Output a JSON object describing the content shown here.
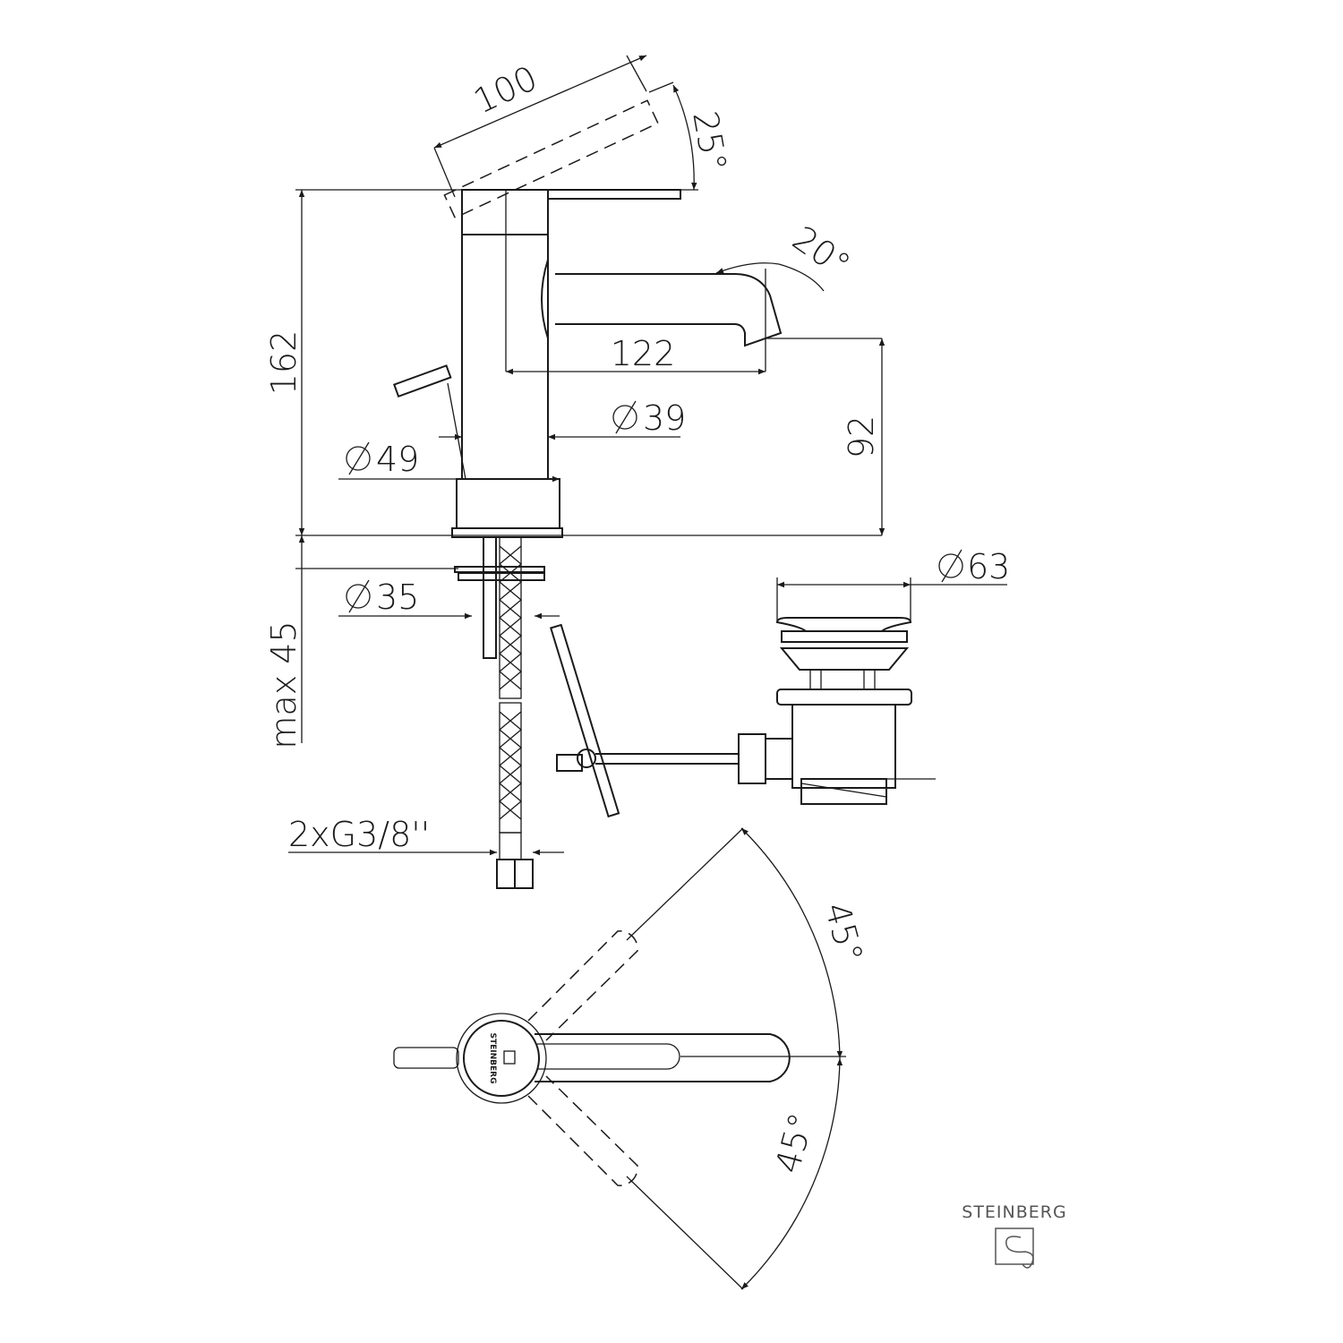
{
  "drawing": {
    "dimensions": {
      "handle_length": "100",
      "handle_angle": "25°",
      "spout_angle": "20°",
      "total_height": "162",
      "spout_reach": "122",
      "spout_height": "92",
      "body_diameter": "39",
      "base_diameter": "49",
      "hole_diameter": "35",
      "max_deck_thickness": "max 45",
      "connection": "2xG3/8''",
      "waste_diameter": "63",
      "rotation_up": "45°",
      "rotation_down": "45°"
    },
    "head_marking": "STEINBERG",
    "brand": "STEINBERG"
  }
}
